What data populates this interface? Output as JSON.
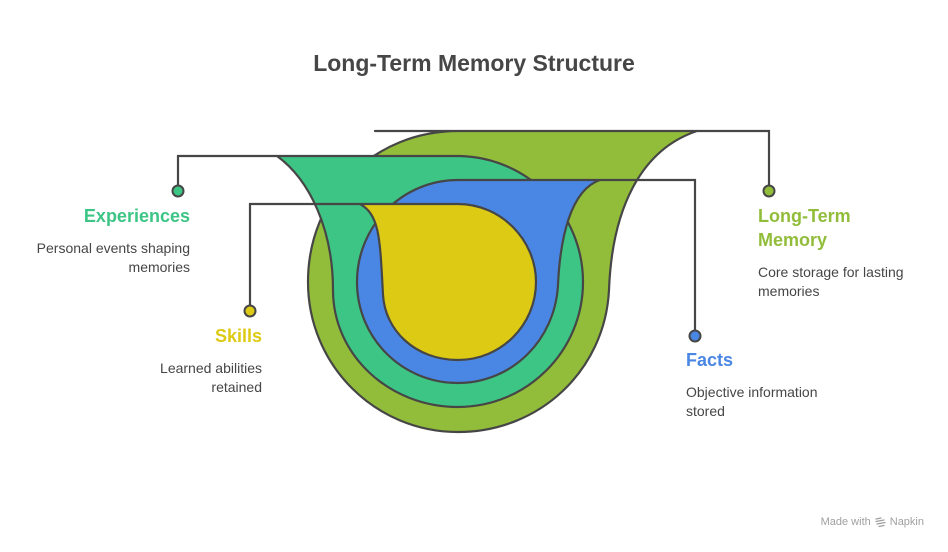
{
  "title": "Long-Term Memory Structure",
  "colors": {
    "long_term": "#92bd3a",
    "experiences": "#3dc585",
    "facts": "#4a86e3",
    "skills": "#ddca14",
    "outline": "#464646",
    "text": "#464646"
  },
  "items": [
    {
      "key": "long_term",
      "title": "Long-Term Memory",
      "title_line1": "Long-Term",
      "title_line2": "Memory",
      "description_line1": "Core storage for lasting",
      "description_line2": "memories",
      "color": "#92bd3a"
    },
    {
      "key": "experiences",
      "title": "Experiences",
      "description_line1": "Personal events shaping",
      "description_line2": "memories",
      "color": "#3dc585"
    },
    {
      "key": "facts",
      "title": "Facts",
      "description_line1": "Objective information",
      "description_line2": "stored",
      "color": "#4a86e3"
    },
    {
      "key": "skills",
      "title": "Skills",
      "description_line1": "Learned abilities",
      "description_line2": "retained",
      "color": "#ddca14"
    }
  ],
  "footer": {
    "made_with": "Made with",
    "brand": "Napkin",
    "logo_icon": "napkin-logo-icon"
  }
}
